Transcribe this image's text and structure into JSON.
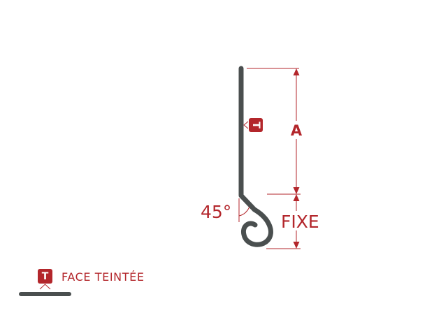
{
  "dimensions": {
    "a_label": "A",
    "fixe_label": "FIXE",
    "angle_label": "45°"
  },
  "marker": {
    "letter": "T"
  },
  "legend": {
    "badge_letter": "T",
    "label": "FACE TEINTÉE"
  },
  "colors": {
    "profile": "#4a4f4f",
    "accent": "#b3262b"
  }
}
